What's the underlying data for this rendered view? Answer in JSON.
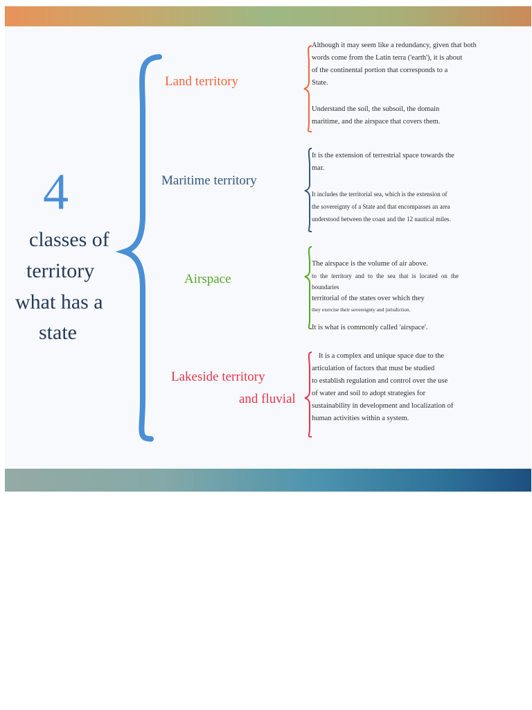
{
  "colors": {
    "land": "#f0663a",
    "maritime": "#34577f",
    "airspace": "#55a52a",
    "lakeside": "#e0364c",
    "big_brace": "#4a90d4",
    "title": "#243a5a"
  },
  "main": {
    "number": "4",
    "title_lines": [
      "classes of",
      "territory",
      "what has a",
      "state"
    ]
  },
  "categories": {
    "land": {
      "label": "Land territory",
      "lines_1": [
        "Although it may seem like a redundancy, given that both",
        "words come from the Latin terra ('earth'), it is about",
        "of the continental portion that corresponds to a",
        "State."
      ],
      "lines_2": [
        "Understand the soil, the subsoil, the domain",
        "maritime, and the airspace that covers them."
      ]
    },
    "maritime": {
      "label": "Maritime territory",
      "lines_1": [
        "It is the extension of terrestrial space towards the",
        "mar."
      ],
      "lines_2": [
        "It includes the territorial sea, which is the extension of",
        "the sovereignty of a State and that encompasses an area",
        "understood between the coast and the 12 nautical miles."
      ]
    },
    "airspace": {
      "label": "Airspace",
      "lines_1": [
        "The airspace is the volume of air above.",
        "to the territory and to the sea that is located on the boundaries",
        "territorial of the states over which they",
        "they exercise their sovereignty and jurisdiction."
      ],
      "lines_2": [
        "It is what is commonly called 'airspace'."
      ]
    },
    "lakeside": {
      "label_1": "Lakeside territory",
      "label_2": "and fluvial",
      "lines_1": [
        "It is a complex and unique space due to the",
        "articulation of factors that must be studied",
        "to establish regulation and control over the use",
        "of water and soil to adopt strategies for",
        "sustainability in development and localization of",
        "human activities within a system."
      ]
    }
  }
}
